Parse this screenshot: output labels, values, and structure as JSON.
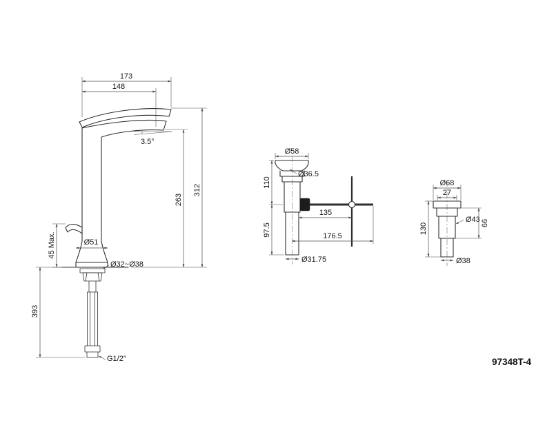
{
  "drawing": {
    "part_number": "97348T-4"
  },
  "faucet_view": {
    "dims": {
      "overall_reach": "173",
      "spout_reach": "148",
      "spout_angle": "3.5°",
      "overall_height": "312",
      "spout_height": "263",
      "deck_thickness": "45 Max.",
      "base_diameter": "Ø51",
      "mounting_hole": "Ø32~Ø38",
      "hose_length": "393",
      "inlet_thread": "G1/2″"
    }
  },
  "drain_view": {
    "dims": {
      "flange_diameter": "Ø58",
      "opening_diameter": "Ø36.5",
      "upper_height": "110",
      "rod_to_lift": "135",
      "lower_height": "97.5",
      "rod_reach": "176.5",
      "tail_diameter": "Ø31.75"
    }
  },
  "connector_view": {
    "dims": {
      "flange_diameter": "Ø68",
      "hex_width": "27",
      "body_diameter": "Ø43",
      "body_length": "66",
      "overall_length": "130",
      "outlet_diameter": "Ø38"
    }
  }
}
